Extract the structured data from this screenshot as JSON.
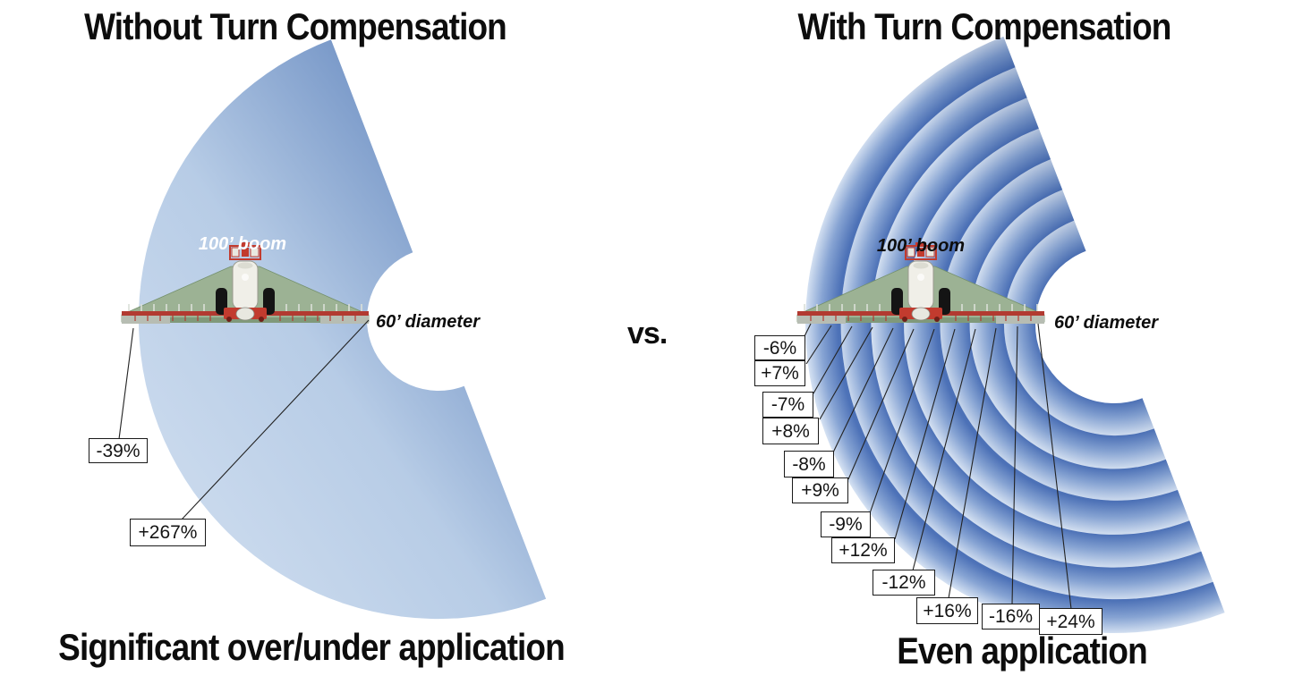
{
  "left_panel": {
    "title": "Without Turn Compensation",
    "caption": "Significant over/under application",
    "boom_label": "100’ boom",
    "diameter_label": "60’ diameter",
    "callouts": [
      {
        "label": "-39%"
      },
      {
        "label": "+267%"
      }
    ]
  },
  "divider": {
    "vs_label": "vs."
  },
  "right_panel": {
    "title": "With Turn Compensation",
    "caption": "Even application",
    "boom_label": "100’ boom",
    "diameter_label": "60’ diameter",
    "callouts": [
      {
        "label": "-6%"
      },
      {
        "label": "+7%"
      },
      {
        "label": "-7%"
      },
      {
        "label": "+8%"
      },
      {
        "label": "-8%"
      },
      {
        "label": "+9%"
      },
      {
        "label": "-9%"
      },
      {
        "label": "+12%"
      },
      {
        "label": "-12%"
      },
      {
        "label": "+16%"
      },
      {
        "label": "-16%"
      },
      {
        "label": "+24%"
      }
    ]
  },
  "colors": {
    "fan_dark": "#42649c",
    "fan_light": "#d2e0f0",
    "band_dark": "#4e73b9",
    "band_light": "#d9e5f5",
    "text": "#111111"
  }
}
